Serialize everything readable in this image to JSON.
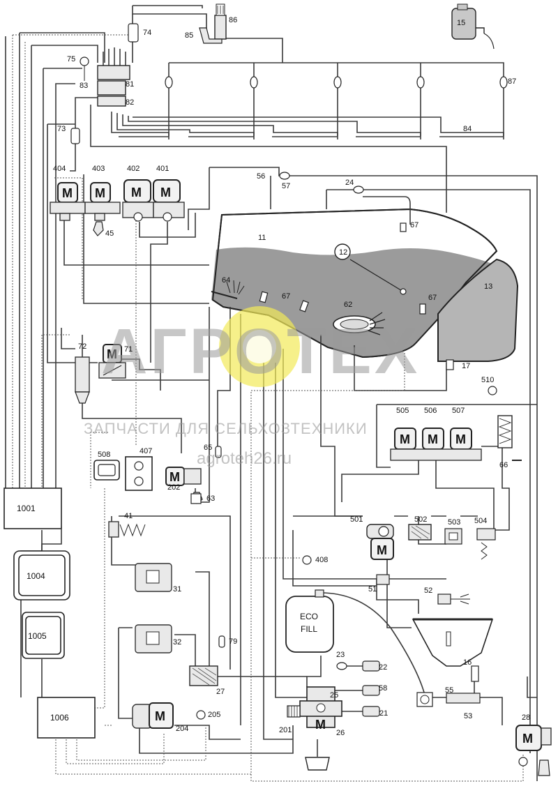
{
  "watermark": {
    "brand": "АГРОТЕХ",
    "tagline": "ЗАПЧАСТИ ДЛЯ СЕЛЬХОЗТЕХНИКИ",
    "site": "agroteh26.ru"
  },
  "motor_symbol": "M",
  "tank_label": "ECO FILL",
  "tank_label_lines": [
    "ECO",
    "FILL"
  ],
  "control_units": [
    "1001",
    "1004",
    "1005",
    "1006"
  ],
  "parts": [
    "11",
    "12",
    "13",
    "15",
    "16",
    "17",
    "21",
    "22",
    "23",
    "24",
    "25",
    "26",
    "27",
    "28",
    "31",
    "32",
    "41",
    "45",
    "51",
    "52",
    "53",
    "55",
    "56",
    "57",
    "58",
    "62",
    "63",
    "64",
    "65",
    "66",
    "67",
    "71",
    "72",
    "73",
    "74",
    "75",
    "79",
    "81",
    "82",
    "83",
    "84",
    "85",
    "86",
    "87",
    "201",
    "202",
    "204",
    "205",
    "401",
    "402",
    "403",
    "404",
    "407",
    "408",
    "501",
    "502",
    "503",
    "504",
    "505",
    "506",
    "507",
    "508",
    "510"
  ],
  "colors": {
    "line": "#3a3a3a",
    "fill_hopper": "#9b9b9b",
    "fill_chamber": "#b5b5b5",
    "watermark_gear": "#f2ea58"
  }
}
